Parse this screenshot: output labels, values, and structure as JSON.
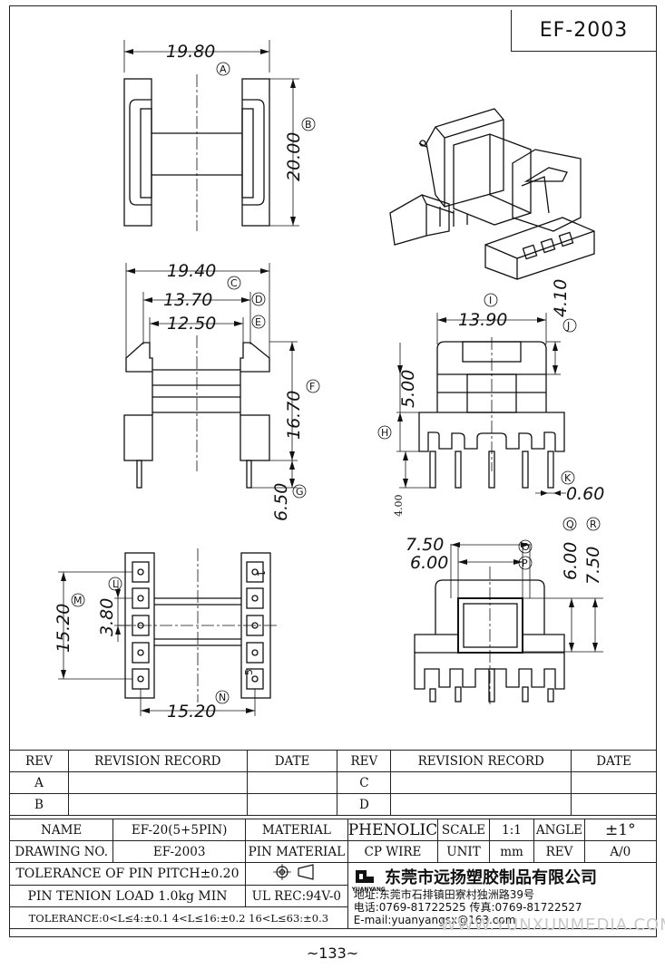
{
  "header": {
    "part_code": "EF-2003"
  },
  "dimensions": {
    "top_view": {
      "width": "19.80",
      "width_tag": "A",
      "height": "20.00",
      "height_tag": "B"
    },
    "front_view": {
      "width": "19.40",
      "width_tag": "C",
      "flange": "13.70",
      "flange_tag": "D",
      "inner": "12.50",
      "inner_tag": "E",
      "height": "16.70",
      "height_tag": "F",
      "pin_length": "6.50",
      "pin_length_tag": "G"
    },
    "side_view": {
      "width": "13.90",
      "width_tag": "I",
      "top_step": "4.10",
      "top_step_tag": "J",
      "body": "5.00",
      "body_tag": "H",
      "pin_small": "4.00",
      "pin_dia": "0.60",
      "pin_dia_tag": "K"
    },
    "bottom_view": {
      "span": "15.20",
      "span_tag": "M",
      "pitch": "3.80",
      "pitch_tag": "L",
      "pin_row": "15.20",
      "pin_row_tag": "N"
    },
    "core_view": {
      "outer_w": "7.50",
      "outer_w_tag": "O",
      "inner_w": "6.00",
      "inner_w_tag": "P",
      "inner_h": "6.00",
      "inner_h_tag": "Q",
      "outer_h": "7.50",
      "outer_h_tag": "R"
    },
    "pin_labels": {
      "pin1": "1",
      "pin5": "5"
    }
  },
  "revision_table": {
    "headers": [
      "REV",
      "REVISION RECORD",
      "DATE",
      "REV",
      "REVISION RECORD",
      "DATE"
    ],
    "rows": [
      {
        "rev_left": "A",
        "rev_right": "C"
      },
      {
        "rev_left": "B",
        "rev_right": "D"
      }
    ]
  },
  "spec_table": {
    "name_label": "NAME",
    "name_value": "EF-20(5+5PIN)",
    "material_label": "MATERIAL",
    "material_value": "PHENOLIC",
    "scale_label": "SCALE",
    "scale_value": "1:1",
    "angle_label": "ANGLE",
    "angle_value": "±1°",
    "drawing_label": "DRAWING NO.",
    "drawing_value": "EF-2003",
    "pin_material_label": "PIN MATERIAL",
    "pin_material_value": "CP WIRE",
    "unit_label": "UNIT",
    "unit_value": "mm",
    "rev_label": "REV",
    "rev_value": "A/0",
    "tolerance_pitch": "TOLERANCE OF PIN PITCH±0.20",
    "pin_tension": "PIN TENION LOAD 1.0kg MIN",
    "ul_rec": "UL REC:94V-0",
    "tolerance_general": "TOLERANCE:0<L≤4:±0.1  4<L≤16:±0.2  16<L≤63:±0.3"
  },
  "company": {
    "brand": "YUANYANG",
    "name": "东莞市远扬塑胶制品有限公司",
    "address": "地址:东莞市石排镇田寮村独洲路39号",
    "phone": "电话:0769-81722525    传真:0769-81722527",
    "email": "E-mail:yuanyangsx@163.com"
  },
  "watermark": "WWW.YUNXUNMEDIA.COM",
  "footer": {
    "page_number": "~133~"
  }
}
